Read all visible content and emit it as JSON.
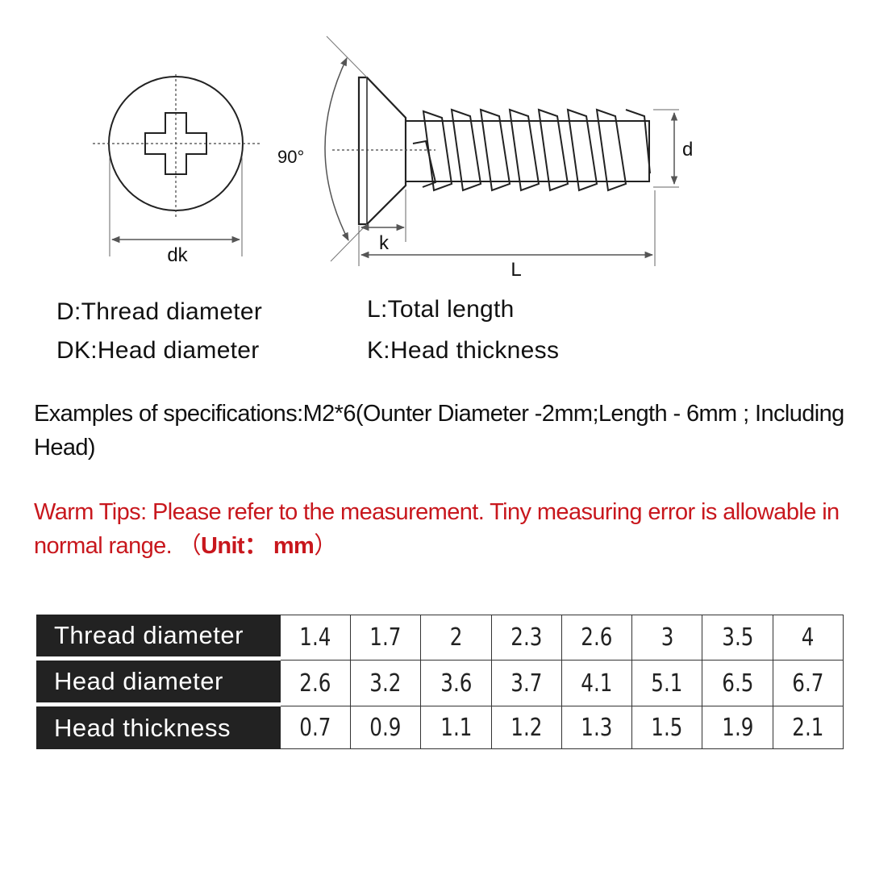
{
  "diagram": {
    "labels": {
      "dk": "dk",
      "angle": "90°",
      "k": "k",
      "d": "d",
      "L": "L"
    }
  },
  "legend": {
    "thread": "D:Thread diameter",
    "total_length": "L:Total length",
    "head_diameter": "DK:Head diameter",
    "head_thickness": "K:Head thickness"
  },
  "example_text": "Examples of specifications:M2*6(Ounter Diameter -2mm;Length - 6mm ; Including Head)",
  "tips": {
    "text": "Warm Tips: Please refer to the measurement. Tiny measuring error is allowable in normal range. （",
    "unit": "Unit： mm",
    "close": "）"
  },
  "table": {
    "rows": [
      {
        "label": "Thread diameter",
        "values": [
          "1.4",
          "1.7",
          "2",
          "2.3",
          "2.6",
          "3",
          "3.5",
          "4"
        ]
      },
      {
        "label": "Head diameter",
        "values": [
          "2.6",
          "3.2",
          "3.6",
          "3.7",
          "4.1",
          "5.1",
          "6.5",
          "6.7"
        ]
      },
      {
        "label": "Head thickness",
        "values": [
          "0.7",
          "0.9",
          "1.1",
          "1.2",
          "1.3",
          "1.5",
          "1.9",
          "2.1"
        ]
      }
    ]
  }
}
